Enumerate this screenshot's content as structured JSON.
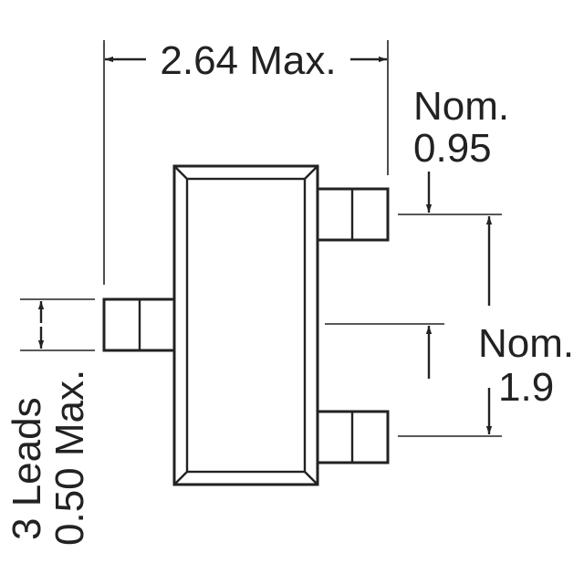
{
  "drawing": {
    "colors": {
      "ink": "#222222",
      "background": "#ffffff"
    },
    "labels": {
      "overall_width": "2.64 Max.",
      "pitch_label": "Nom.",
      "pitch_value": "0.95",
      "span_label": "Nom.",
      "span_value": "1.9",
      "leads_line1": "3 Leads",
      "leads_line2": "0.50 Max."
    }
  }
}
